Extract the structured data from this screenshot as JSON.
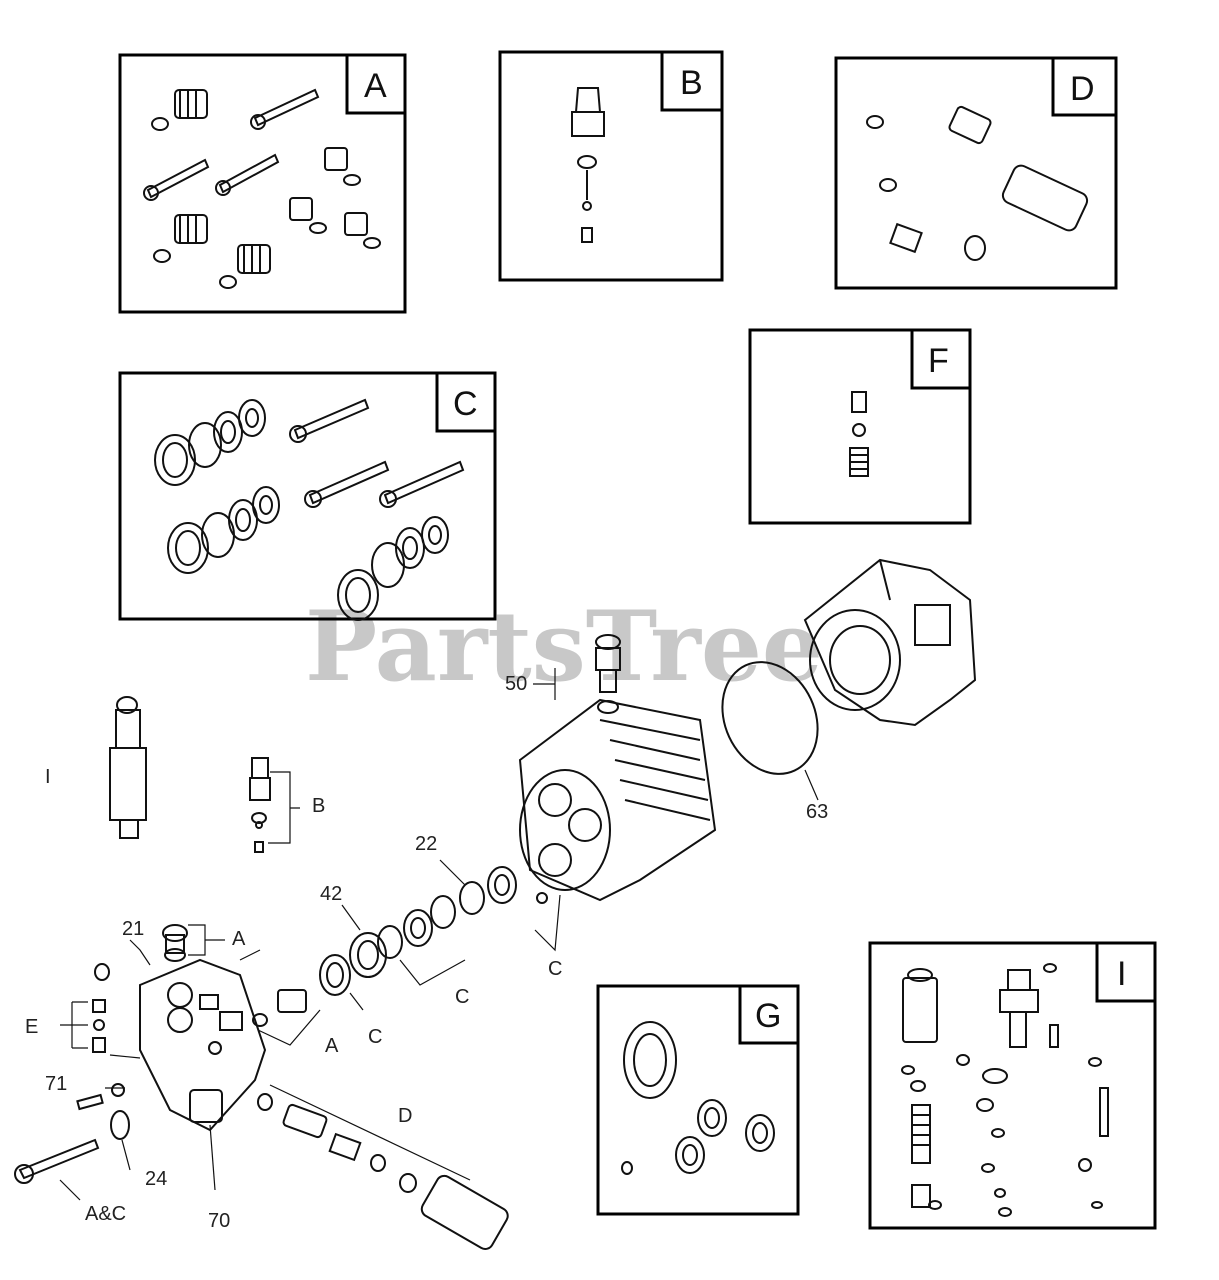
{
  "watermark": "PartsTree",
  "kits": [
    {
      "id": "kit-a",
      "letter": "A"
    },
    {
      "id": "kit-b",
      "letter": "B"
    },
    {
      "id": "kit-d",
      "letter": "D"
    },
    {
      "id": "kit-f",
      "letter": "F"
    },
    {
      "id": "kit-c",
      "letter": "C"
    },
    {
      "id": "kit-g",
      "letter": "G"
    },
    {
      "id": "kit-i",
      "letter": "I"
    }
  ],
  "callouts": {
    "l50": "50",
    "l63": "63",
    "l22": "22",
    "l42": "42",
    "l21": "21",
    "lA1": "A",
    "lA2": "A",
    "lC1": "C",
    "lC2": "C",
    "lC3": "C",
    "lB": "B",
    "lI": "I",
    "lE": "E",
    "l71": "71",
    "lD": "D",
    "l24": "24",
    "l70": "70",
    "lAC": "A&C"
  }
}
